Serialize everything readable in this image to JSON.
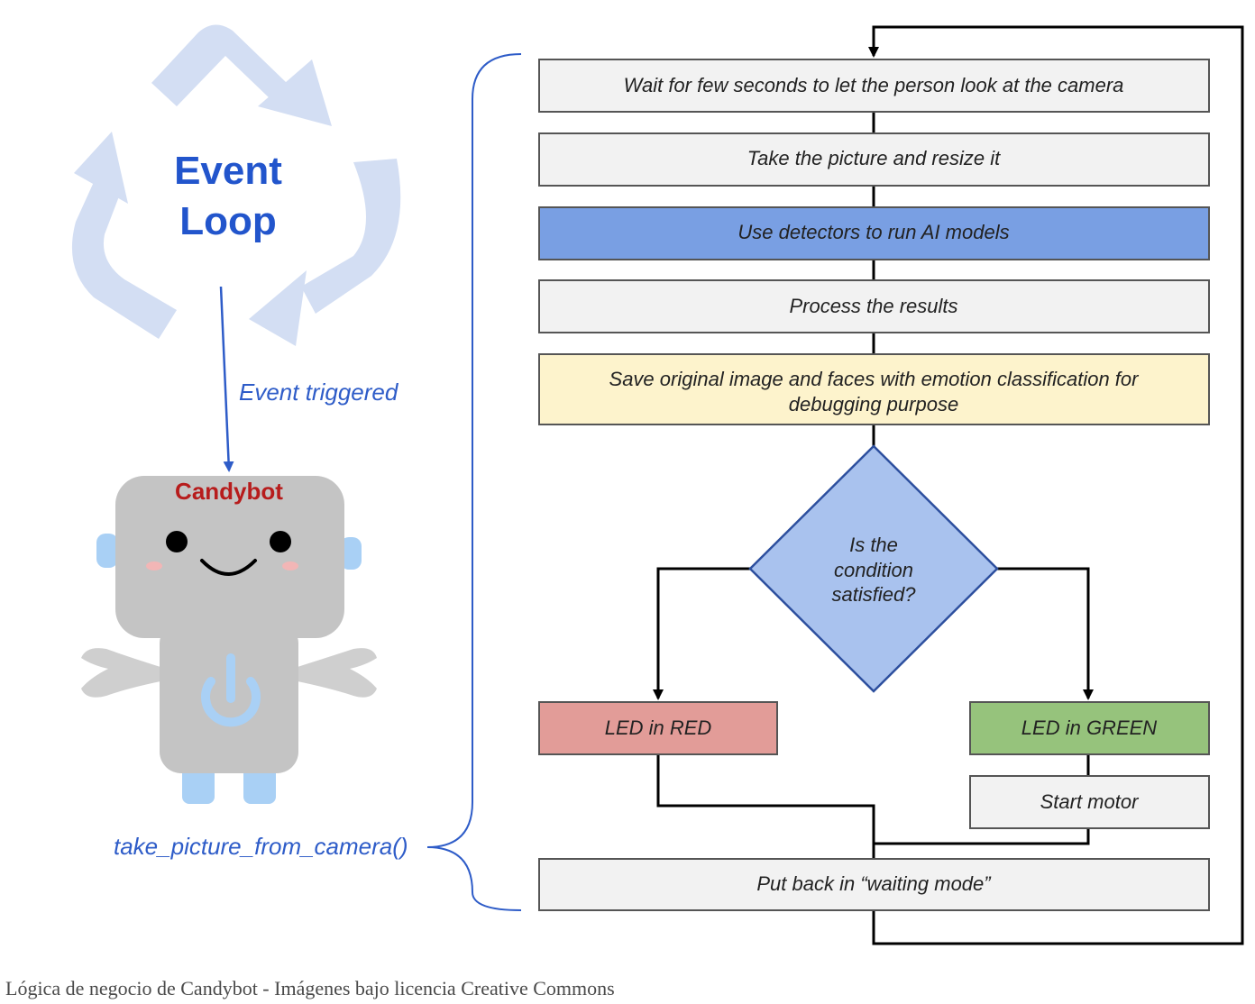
{
  "left_panel": {
    "cycle_title_line1": "Event",
    "cycle_title_line2": "Loop",
    "trigger_label": "Event triggered",
    "robot_name": "Candybot",
    "function_label": "take_picture_from_camera()"
  },
  "flowchart": {
    "steps": [
      {
        "text": "Wait for few seconds to let the person look at the camera",
        "color": "#f2f2f2"
      },
      {
        "text": "Take the picture and resize it",
        "color": "#f2f2f2"
      },
      {
        "text": "Use detectors to run AI models",
        "color": "#799fe3"
      },
      {
        "text": "Process the results",
        "color": "#f2f2f2"
      },
      {
        "text_line1": "Save original image and faces with emotion classification for",
        "text_line2": "debugging purpose",
        "color": "#fdf3cc"
      }
    ],
    "decision": {
      "line1": "Is the",
      "line2": "condition",
      "line3": "satisfied?",
      "color": "#a9c2ee"
    },
    "led_red": {
      "text": "LED in RED",
      "color": "#e29c98"
    },
    "led_green": {
      "text": "LED in GREEN",
      "color": "#96c37c"
    },
    "start_motor": {
      "text": "Start motor",
      "color": "#f2f2f2"
    },
    "final_step": {
      "text": "Put back in “waiting mode”",
      "color": "#f2f2f2"
    }
  },
  "caption": "Lógica de negocio de Candybot - Imágenes bajo licencia Creative Commons",
  "colors": {
    "loop_arrows": "#d3def3",
    "loop_title": "#2255cc",
    "accent_blue": "#2e5cc8",
    "robot_body": "#c4c4c4",
    "robot_name": "#b71c1c",
    "robot_ears": "#a9d0f5"
  }
}
